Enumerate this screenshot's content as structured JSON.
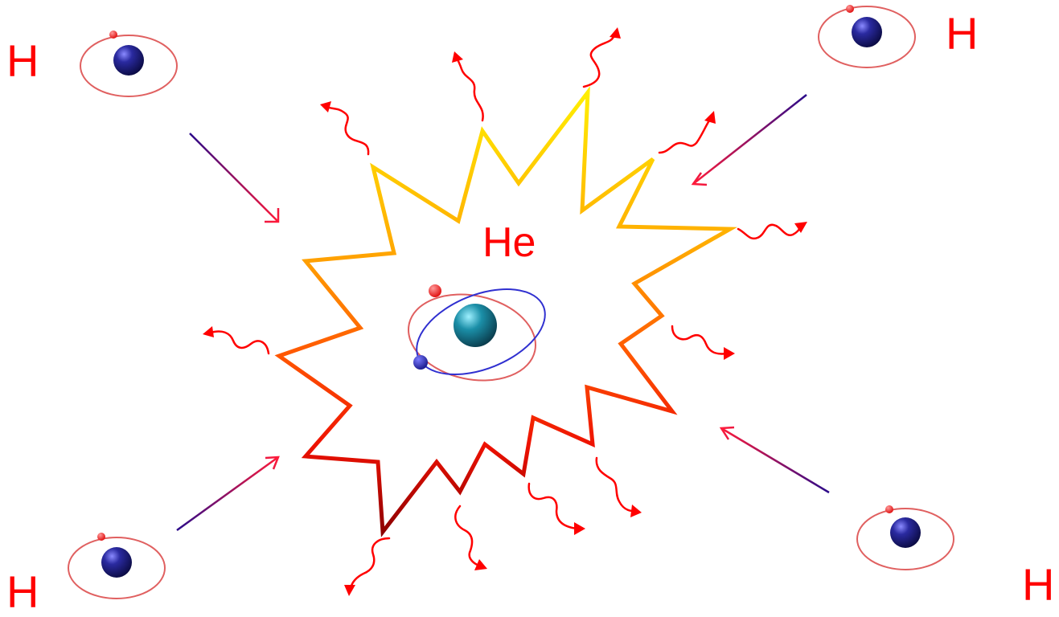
{
  "labels": {
    "top_left": "H",
    "top_right": "H",
    "bottom_left": "H",
    "bottom_right": "H",
    "center": "He"
  },
  "colors": {
    "label": "#ff0000",
    "photon": "#ff0000",
    "h_nucleus": "#1a1a8c",
    "he_nucleus": "#1b8fa8",
    "electron": "#ff0000",
    "orbit_red": "#e06060",
    "orbit_blue": "#3030d0",
    "arrow_start": "#2a0a8a",
    "arrow_end": "#ff1a3a",
    "burst_top": "#ffee00",
    "burst_bottom": "#8b0000"
  },
  "icons": {
    "hydrogen_atom": "hydrogen-atom-icon",
    "helium_atom": "helium-atom-icon",
    "photon": "wavy-photon-arrow-icon",
    "fusion_burst": "explosion-burst-icon"
  }
}
